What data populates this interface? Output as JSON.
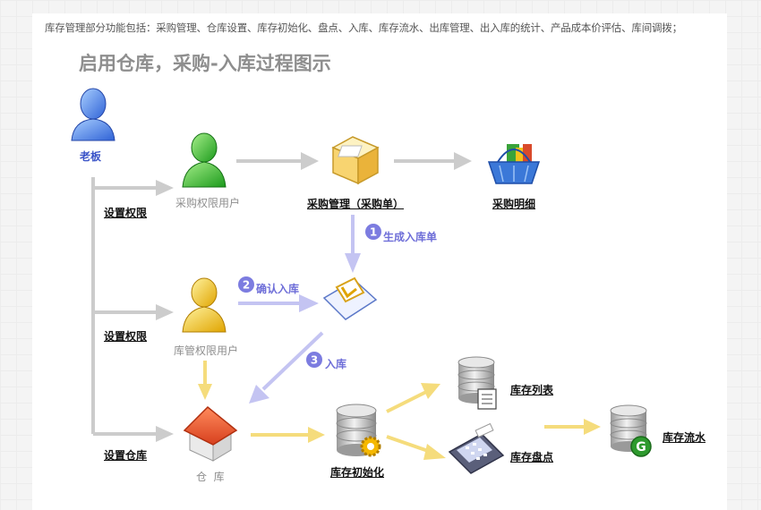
{
  "intro": "库存管理部分功能包括：采购管理、仓库设置、库存初始化、盘点、入库、库存流水、出库管理、出入库的统计、产品成本价评估、库间调拨；",
  "title": "启用仓库，采购-入库过程图示",
  "nodes": {
    "boss": "老板",
    "purchase_user": "采购权限用户",
    "purchase_mgmt": "采购管理（采购单）",
    "purchase_detail": "采购明细",
    "warehouse_user": "库管权限用户",
    "warehouse": "仓  库",
    "inventory_init": "库存初始化",
    "inventory_list": "库存列表",
    "stock_check": "库存盘点",
    "inventory_flow": "库存流水"
  },
  "branches": {
    "set_perm_1": "设置权限",
    "set_perm_2": "设置权限",
    "set_warehouse": "设置仓库"
  },
  "steps": {
    "s1": {
      "num": "1",
      "label": "生成入库单"
    },
    "s2": {
      "num": "2",
      "label": "确认入库"
    },
    "s3": {
      "num": "3",
      "label": "入库"
    }
  },
  "colors": {
    "gray_arrow": "#cccccc",
    "blue_arrow": "#c4c4f2",
    "yellow_arrow": "#f5dc7c",
    "step_badge": "#7c7ce0"
  }
}
